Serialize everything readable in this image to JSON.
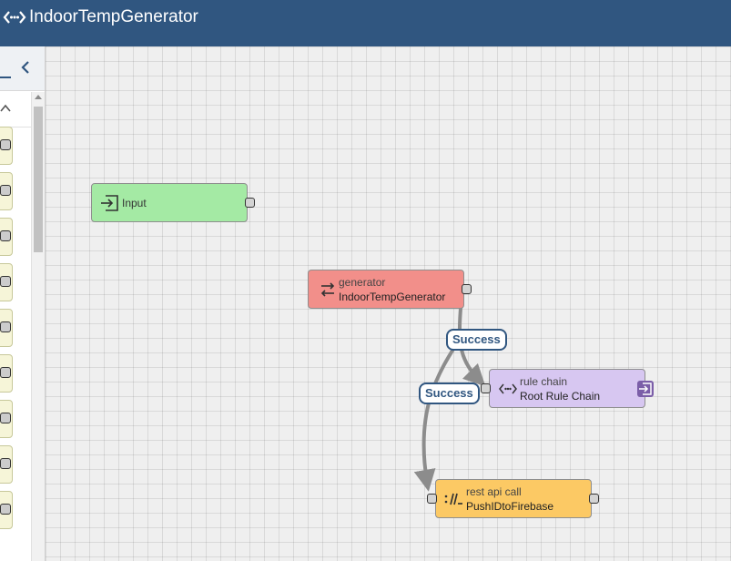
{
  "header": {
    "title": "IndoorTempGenerator",
    "icon": "rule-chain-icon",
    "color": "#305680"
  },
  "sidebar": {
    "collapse_icon": "chevron-left-icon",
    "section_icon": "chevron-up-icon",
    "palette_item_count": 9
  },
  "nodes": {
    "input": {
      "name": "Input",
      "icon": "input-icon",
      "color": "#a4eaa4"
    },
    "generator": {
      "type": "generator",
      "name": "IndoorTempGenerator",
      "icon": "transform-arrows-icon",
      "color": "#f28f8a"
    },
    "rule_chain": {
      "type": "rule chain",
      "name": "Root Rule Chain",
      "icon": "rule-chain-icon",
      "color": "#d7c7f1"
    },
    "rest_api": {
      "type": "rest api call",
      "name": "PushIDtoFirebase",
      "icon": "rest-api-icon",
      "color": "#fcc964"
    }
  },
  "edges": [
    {
      "from": "generator",
      "to": "rule_chain",
      "label": "Success"
    },
    {
      "from": "generator",
      "to": "rest_api",
      "label": "Success"
    }
  ]
}
